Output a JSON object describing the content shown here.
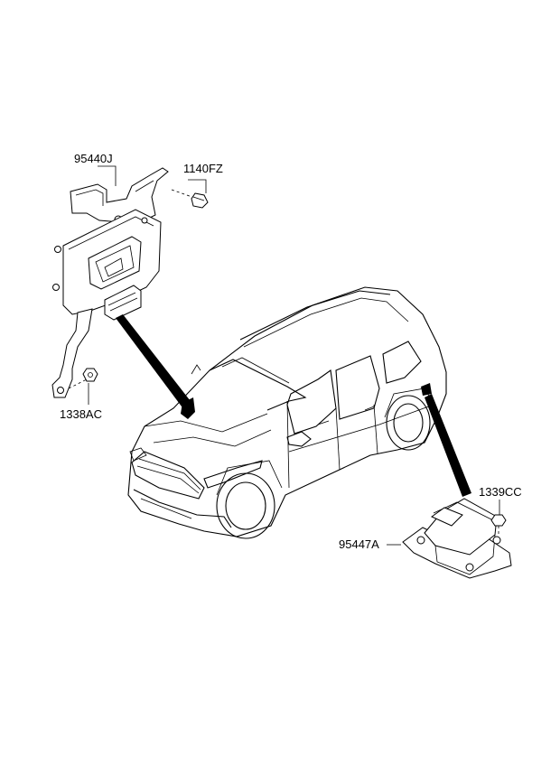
{
  "parts": [
    {
      "id": "95440J",
      "label": "95440J"
    },
    {
      "id": "1140FZ",
      "label": "1140FZ"
    },
    {
      "id": "1338AC",
      "label": "1338AC"
    },
    {
      "id": "1339CC",
      "label": "1339CC"
    },
    {
      "id": "95447A",
      "label": "95447A"
    }
  ]
}
